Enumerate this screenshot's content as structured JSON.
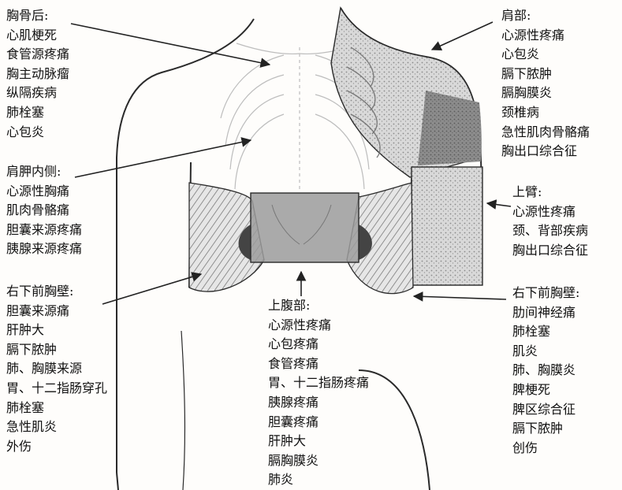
{
  "regions": {
    "retrosternal": {
      "title": "胸骨后:",
      "items": [
        "心肌梗死",
        "食管源疼痛",
        "胸主动脉瘤",
        "纵隔疾病",
        "肺栓塞",
        "心包炎"
      ]
    },
    "medial_scapula": {
      "title": "肩胛内侧:",
      "items": [
        "心源性胸痛",
        "肌肉骨骼痛",
        "胆囊来源疼痛",
        "胰腺来源疼痛"
      ]
    },
    "right_lower_chest": {
      "title": "右下前胸壁:",
      "items": [
        "胆囊来源痛",
        "肝肿大",
        "膈下脓肿",
        "肺、胸膜来源",
        "胃、十二指肠穿孔",
        "肺栓塞",
        "急性肌炎",
        "外伤"
      ]
    },
    "epigastric": {
      "title": "上腹部:",
      "items": [
        "心源性疼痛",
        "心包疼痛",
        "食管疼痛",
        "胃、十二指肠疼痛",
        "胰腺疼痛",
        "胆囊疼痛",
        "肝肿大",
        "膈胸膜炎",
        "肺炎"
      ]
    },
    "shoulder": {
      "title": "肩部:",
      "items": [
        "心源性疼痛",
        "心包炎",
        "膈下脓肿",
        "膈胸膜炎",
        "颈椎病",
        "急性肌肉骨骼痛",
        "胸出口综合征"
      ]
    },
    "upper_arm": {
      "title": "上臂:",
      "items": [
        "心源性疼痛",
        "颈、背部疾病",
        "胸出口综合征"
      ]
    },
    "left_lower_chest": {
      "title": "右下前胸壁:",
      "items": [
        "肋间神经痛",
        "肺栓塞",
        "肌炎",
        "肺、胸膜炎",
        "脾梗死",
        "脾区综合征",
        "膈下脓肿",
        "创伤"
      ]
    }
  },
  "colors": {
    "ink": "#111111",
    "outline": "#2a2a2a",
    "shade_light": "#c9c9c9",
    "shade_mid": "#a8a8a8",
    "shade_dark": "#6f6f6f",
    "epigastric_box": "#9b9b9b"
  }
}
